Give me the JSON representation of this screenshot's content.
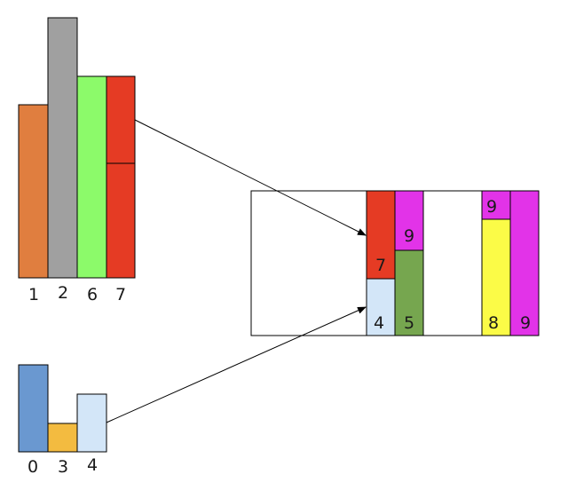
{
  "top_group": {
    "bars": [
      {
        "label": "1",
        "color": "#E07E3F",
        "height": 6
      },
      {
        "label": "2",
        "color": "#A0A0A0",
        "height": 9
      },
      {
        "label": "6",
        "color": "#8CFA6A",
        "height": 7
      },
      {
        "label": "7",
        "color": "#E53B24",
        "height": 7,
        "split": true
      }
    ]
  },
  "bottom_group": {
    "bars": [
      {
        "label": "0",
        "color": "#6A98D0",
        "height": 3
      },
      {
        "label": "3",
        "color": "#F3BB40",
        "height": 1
      },
      {
        "label": "4",
        "color": "#D3E6F8",
        "height": 2
      }
    ]
  },
  "container": {
    "blocks": [
      {
        "label": "7",
        "color": "#E53B24"
      },
      {
        "label": "9",
        "color": "#E233E8"
      },
      {
        "label": "4",
        "color": "#D3E6F8"
      },
      {
        "label": "5",
        "color": "#76A64F"
      },
      {
        "label": "9",
        "color": "#E233E8"
      },
      {
        "label": "8",
        "color": "#FBFB47"
      },
      {
        "label": "9",
        "color": "#E233E8"
      }
    ]
  },
  "arrows": [
    {
      "from": "bar-7",
      "to": "block-7"
    },
    {
      "from": "bar-4",
      "to": "block-4"
    }
  ]
}
